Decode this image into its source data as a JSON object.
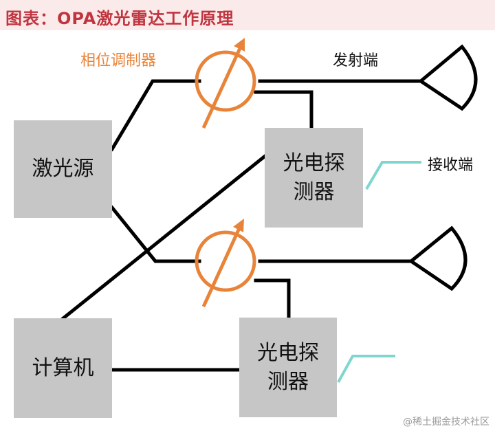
{
  "title": "图表：OPA激光雷达工作原理",
  "labels": {
    "phase_modulator": "相位调制器",
    "transmitter": "发射端",
    "receiver": "接收端"
  },
  "boxes": {
    "laser_source": "激光源",
    "detector_top": "光电探测器",
    "computer": "计算机",
    "detector_bottom": "光电探测器"
  },
  "watermark": "@稀土掘金技术社区",
  "colors": {
    "title_bg": "#fbeaea",
    "title_text": "#c0343f",
    "box": "#c6c6c6",
    "phase_modulator": "#e8843a",
    "receiver_line": "#7fd6cf",
    "wire": "#000000"
  }
}
